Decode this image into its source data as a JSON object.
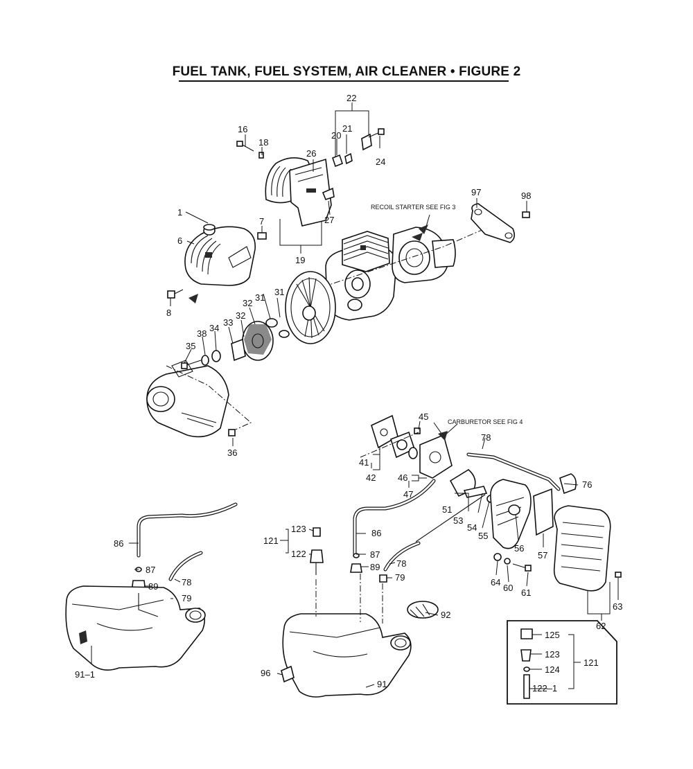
{
  "title": "FUEL TANK, FUEL SYSTEM, AIR CLEANER  •  FIGURE 2",
  "notes": {
    "recoil": "RECOIL STARTER SEE FIG 3",
    "carburetor": "CARBURETOR SEE FIG 4"
  },
  "part_labels": {
    "p16": "16",
    "p18": "18",
    "p22": "22",
    "p20": "20",
    "p21": "21",
    "p24": "24",
    "p26": "26",
    "p1": "1",
    "p7": "7",
    "p6": "6",
    "p27": "27",
    "p19": "19",
    "p97": "97",
    "p98": "98",
    "p8": "8",
    "p31a": "31",
    "p31b": "31",
    "p32a": "32",
    "p32b": "32",
    "p33": "33",
    "p34": "34",
    "p38": "38",
    "p35": "35",
    "p36": "36",
    "p45": "45",
    "p78a": "78",
    "p41": "41",
    "p42": "42",
    "p46": "46",
    "p47": "47",
    "p76": "76",
    "p51": "51",
    "p53": "53",
    "p54": "54",
    "p55": "55",
    "p56": "56",
    "p57": "57",
    "p86a": "86",
    "p87a": "87",
    "p89a": "89",
    "p78b": "78",
    "p79a": "79",
    "p91_1": "91–1",
    "p123a": "123",
    "p121a": "121",
    "p122": "122",
    "p86b": "86",
    "p87b": "87",
    "p89b": "89",
    "p78c": "78",
    "p79b": "79",
    "p64": "64",
    "p60": "60",
    "p61": "61",
    "p63": "63",
    "p62": "62",
    "p92": "92",
    "p96": "96",
    "p91": "91",
    "p125": "125",
    "p123b": "123",
    "p124": "124",
    "p121b": "121",
    "p122_1": "122–1"
  }
}
